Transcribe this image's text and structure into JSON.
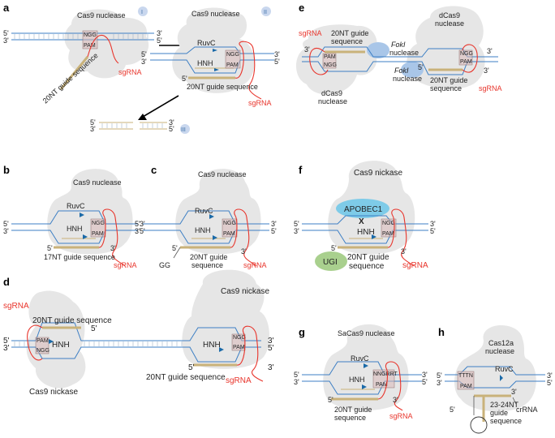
{
  "panels": {
    "a": {
      "letter": "a",
      "step1": "I",
      "step2": "II",
      "step3": "III",
      "protein": "Cas9 nuclease",
      "protein2": "Cas9 nuclease",
      "ngg": "NGG",
      "pam": "PAM",
      "guide": "20NT guide sequence",
      "guide2": "20NT guide sequence",
      "rna": "sgRNA",
      "rna2": "sgRNA",
      "domain1": "RuvC",
      "domain2": "HNH"
    },
    "b": {
      "letter": "b",
      "protein": "Cas9 nuclease",
      "ngg": "NGG",
      "pam": "PAM",
      "guide": "17NT guide sequence",
      "rna": "sgRNA",
      "domain1": "RuvC",
      "domain2": "HNH"
    },
    "c": {
      "letter": "c",
      "protein": "Cas9 nuclease",
      "ngg": "NGG",
      "pam": "PAM",
      "guide_line1": "20NT guide",
      "guide_line2": "sequence",
      "gg": "GG",
      "rna": "sgRNA",
      "domain1": "RuvC",
      "domain2": "HNH"
    },
    "d": {
      "letter": "d",
      "protein_top": "Cas9 nickase",
      "protein_bottom": "Cas9 nickase",
      "ngg": "NGG",
      "pam": "PAM",
      "guide_top": "20NT guide sequence",
      "guide_bottom": "20NT guide sequence",
      "rna": "sgRNA",
      "domain": "HNH"
    },
    "e": {
      "letter": "e",
      "protein_top": "dCas9",
      "protein_top2": "nuclease",
      "protein_bottom": "dCas9",
      "protein_bottom2": "nuclease",
      "fok_top": "FokI",
      "fok_top2": "nuclease",
      "fok_bottom": "FokI",
      "fok_bottom2": "nuclease",
      "guide_line1": "20NT guide",
      "guide_line2": "sequence",
      "ngg": "NGG",
      "pam": "PAM",
      "rna": "sgRNA"
    },
    "f": {
      "letter": "f",
      "protein": "Cas9 nickase",
      "apobec": "APOBEC1",
      "x_mark": "X",
      "ugi": "UGI",
      "domain": "HNH",
      "ngg": "NGG",
      "pam": "PAM",
      "guide_line1": "20NT guide",
      "guide_line2": "sequence",
      "rna": "sgRNA"
    },
    "g": {
      "letter": "g",
      "protein": "SaCas9 nuclease",
      "nngrrt": "NNGRRT",
      "pam": "PAM",
      "guide_line1": "20NT guide",
      "guide_line2": "sequence",
      "rna": "sgRNA",
      "domain1": "RuvC",
      "domain2": "HNH"
    },
    "h": {
      "letter": "h",
      "protein1": "Cas12a",
      "protein2": "nuclease",
      "tttn": "TTTN",
      "pam": "PAM",
      "domain": "RuvC",
      "guide_line1": "23-24NT",
      "guide_line2": "guide",
      "guide_line3": "sequence",
      "rna": "crRNA"
    }
  },
  "ends": {
    "five": "5'",
    "three": "3'"
  },
  "colors": {
    "dna": "#3d7fc4",
    "guide": "#c9b27a",
    "rna": "#e8342b",
    "protein": "#e6e6e6",
    "apobec": "#7ecbe8",
    "ugi": "#a9d08e",
    "fok": "#a9c6e8"
  }
}
